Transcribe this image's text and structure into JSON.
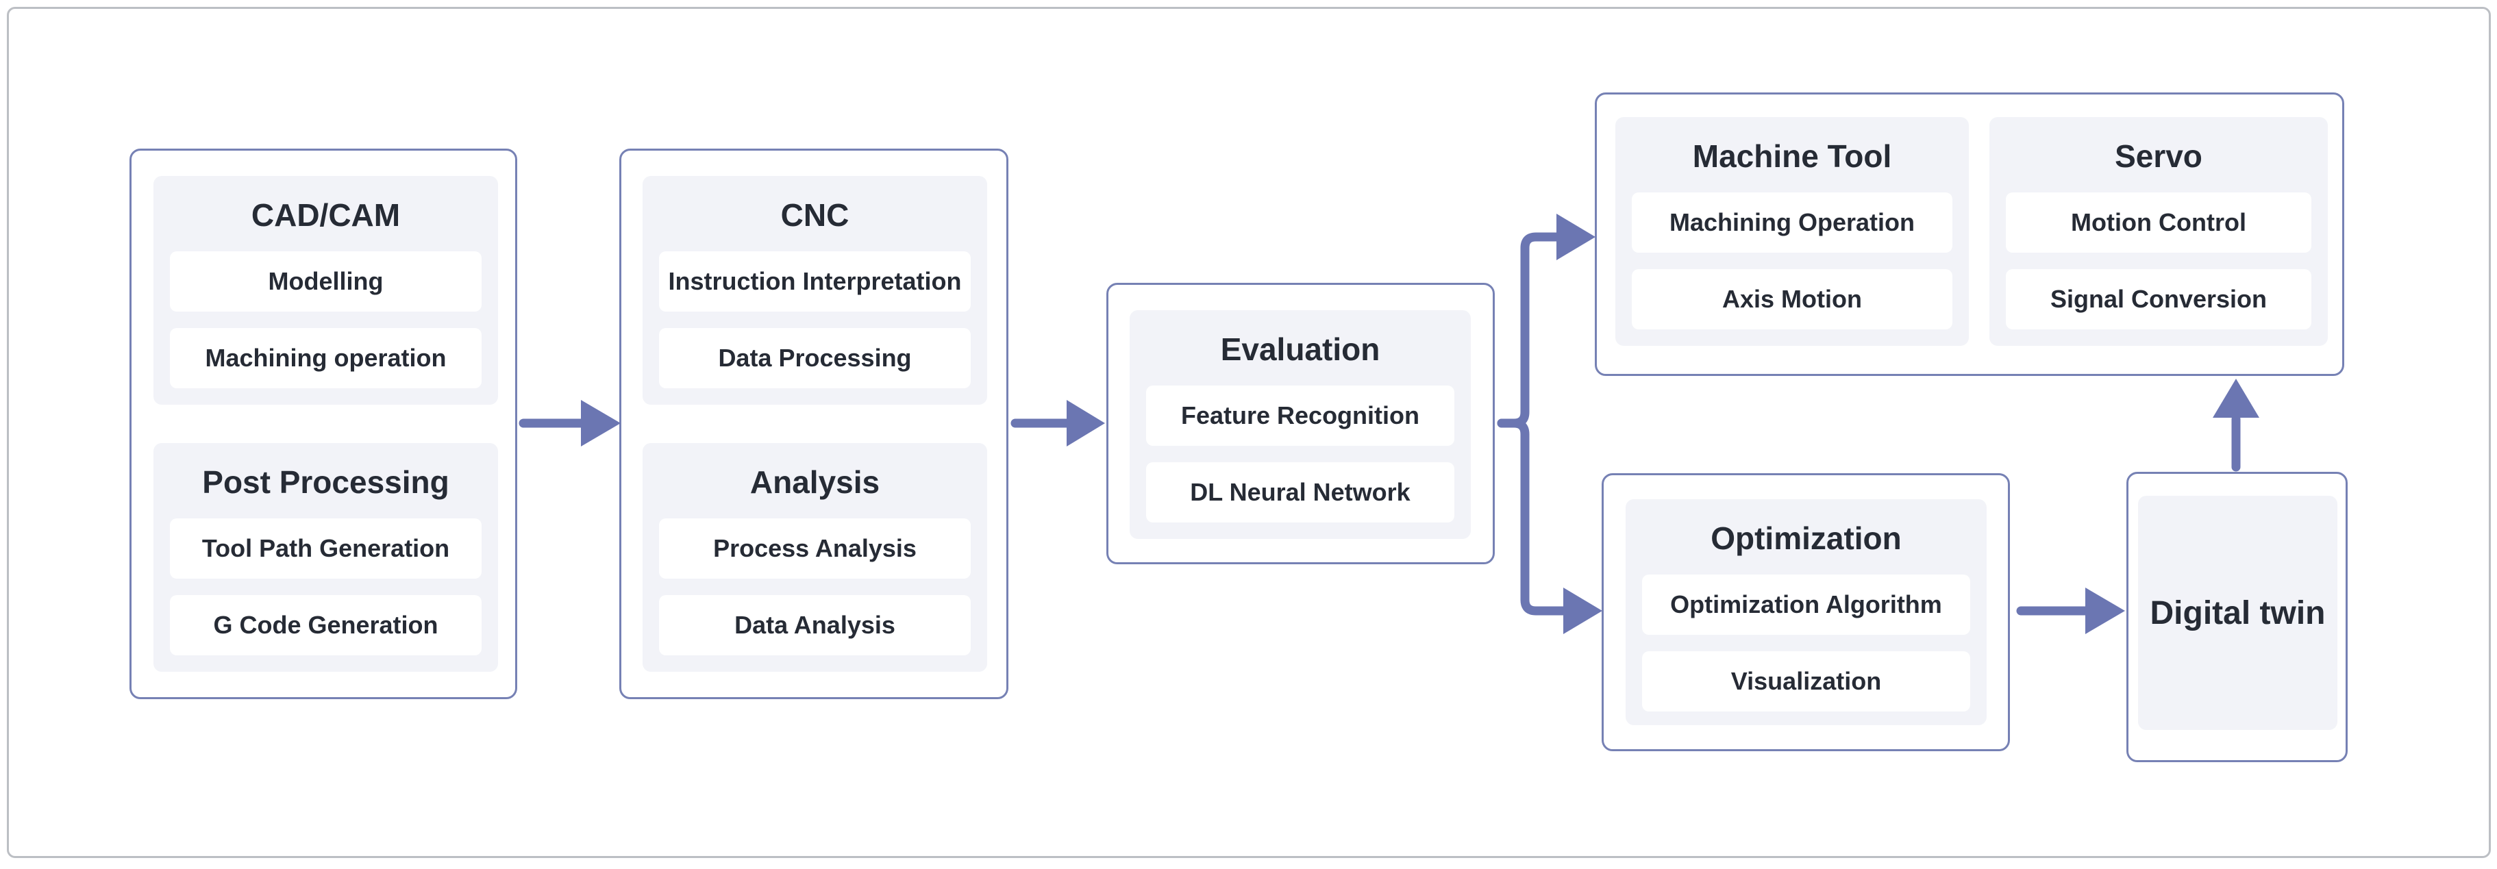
{
  "colors": {
    "arrow": "#6b76b2",
    "box_border": "#7681b4",
    "frame_border": "#bcbfc4",
    "section_bg": "#f2f3f8",
    "chip_bg": "#ffffff",
    "text": "#262b35",
    "background": "#ffffff"
  },
  "groups": [
    {
      "id": "cadcam",
      "sections": [
        {
          "title": "CAD/CAM",
          "chips": [
            "Modelling",
            "Machining operation"
          ]
        },
        {
          "title": "Post Processing",
          "chips": [
            "Tool Path Generation",
            "G Code Generation"
          ]
        }
      ]
    },
    {
      "id": "cnc",
      "sections": [
        {
          "title": "CNC",
          "chips": [
            "Instruction Interpretation",
            "Data Processing"
          ]
        },
        {
          "title": "Analysis",
          "chips": [
            "Process Analysis",
            "Data Analysis"
          ]
        }
      ]
    },
    {
      "id": "evaluation",
      "sections": [
        {
          "title": "Evaluation",
          "chips": [
            "Feature Recognition",
            "DL Neural Network"
          ]
        }
      ]
    },
    {
      "id": "machine-servo",
      "sections": [
        {
          "title": "Machine Tool",
          "chips": [
            "Machining Operation",
            "Axis Motion"
          ]
        },
        {
          "title": "Servo",
          "chips": [
            "Motion Control",
            "Signal Conversion"
          ]
        }
      ]
    },
    {
      "id": "optimization",
      "sections": [
        {
          "title": "Optimization",
          "chips": [
            "Optimization Algorithm",
            "Visualization"
          ]
        }
      ]
    },
    {
      "id": "digital-twin",
      "label": "Digital twin"
    }
  ],
  "arrows": [
    {
      "name": "cadcam-to-cnc"
    },
    {
      "name": "cnc-to-evaluation"
    },
    {
      "name": "evaluation-to-machine-tool"
    },
    {
      "name": "evaluation-to-optimization"
    },
    {
      "name": "optimization-to-digital-twin"
    },
    {
      "name": "digital-twin-to-servo"
    }
  ]
}
